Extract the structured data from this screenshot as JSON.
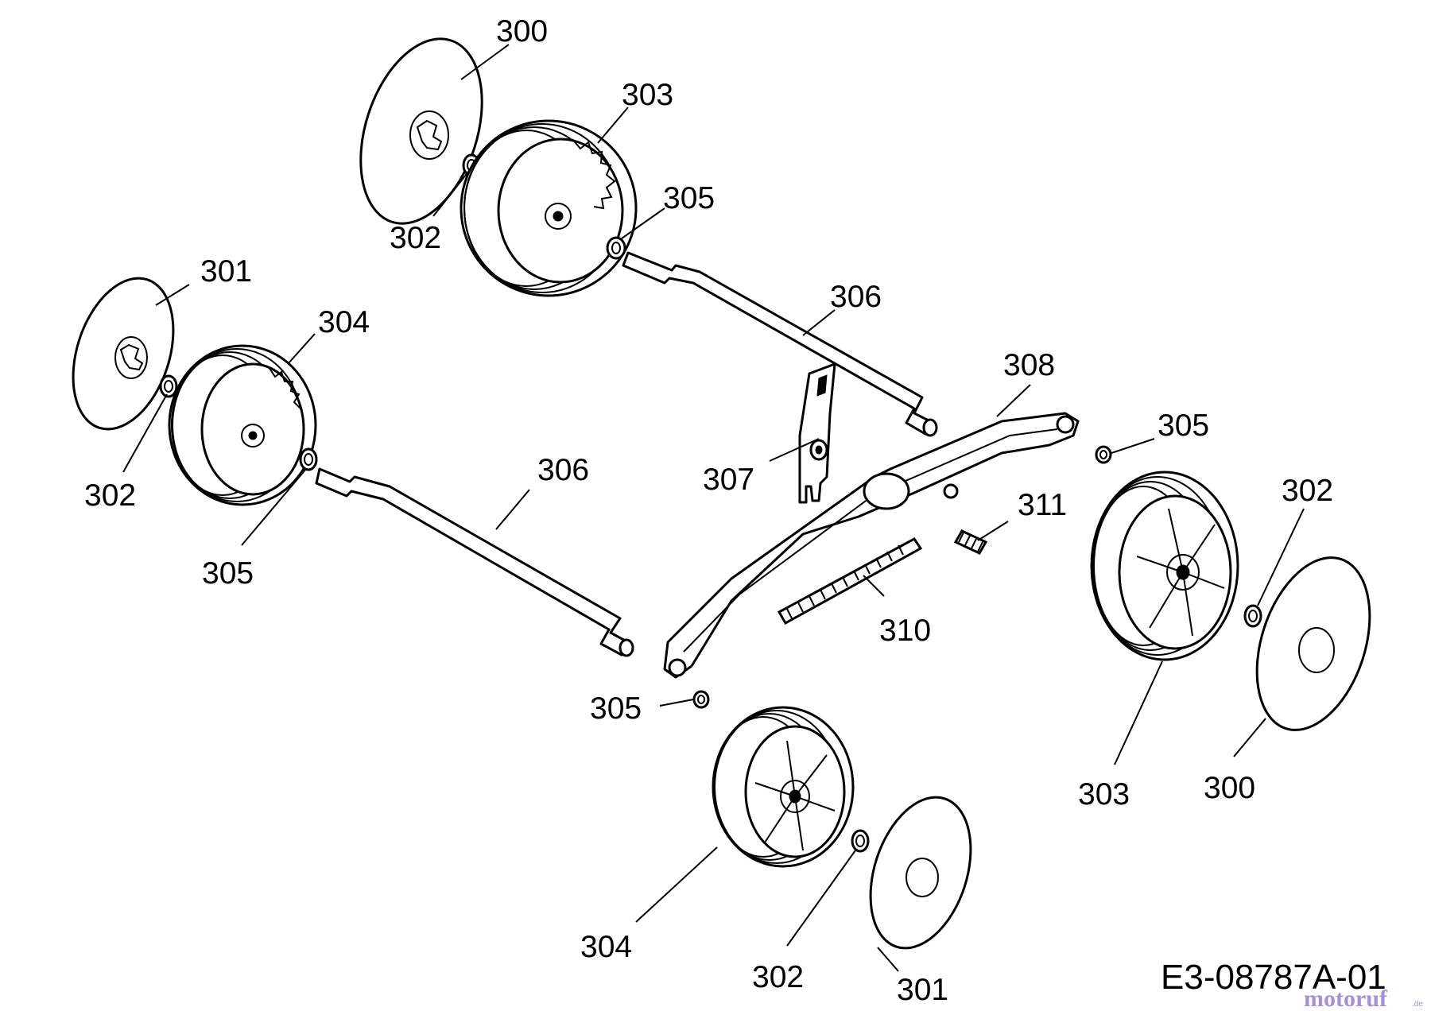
{
  "labels": {
    "l300a": "300",
    "l303a": "303",
    "l305a": "305",
    "l302a": "302",
    "l301a": "301",
    "l304a": "304",
    "l306a": "306",
    "l302b": "302",
    "l306b": "306",
    "l305b": "305",
    "l308": "308",
    "l307": "307",
    "l305c": "305",
    "l311": "311",
    "l302c": "302",
    "l310": "310",
    "l305d": "305",
    "l303b": "303",
    "l300b": "300",
    "l304b": "304",
    "l302d": "302",
    "l301b": "301"
  },
  "drawing_code": "E3-08787A-01",
  "watermark": {
    "logo": "motoruf",
    "suffix": ".de",
    "color": "#a98fd1"
  }
}
